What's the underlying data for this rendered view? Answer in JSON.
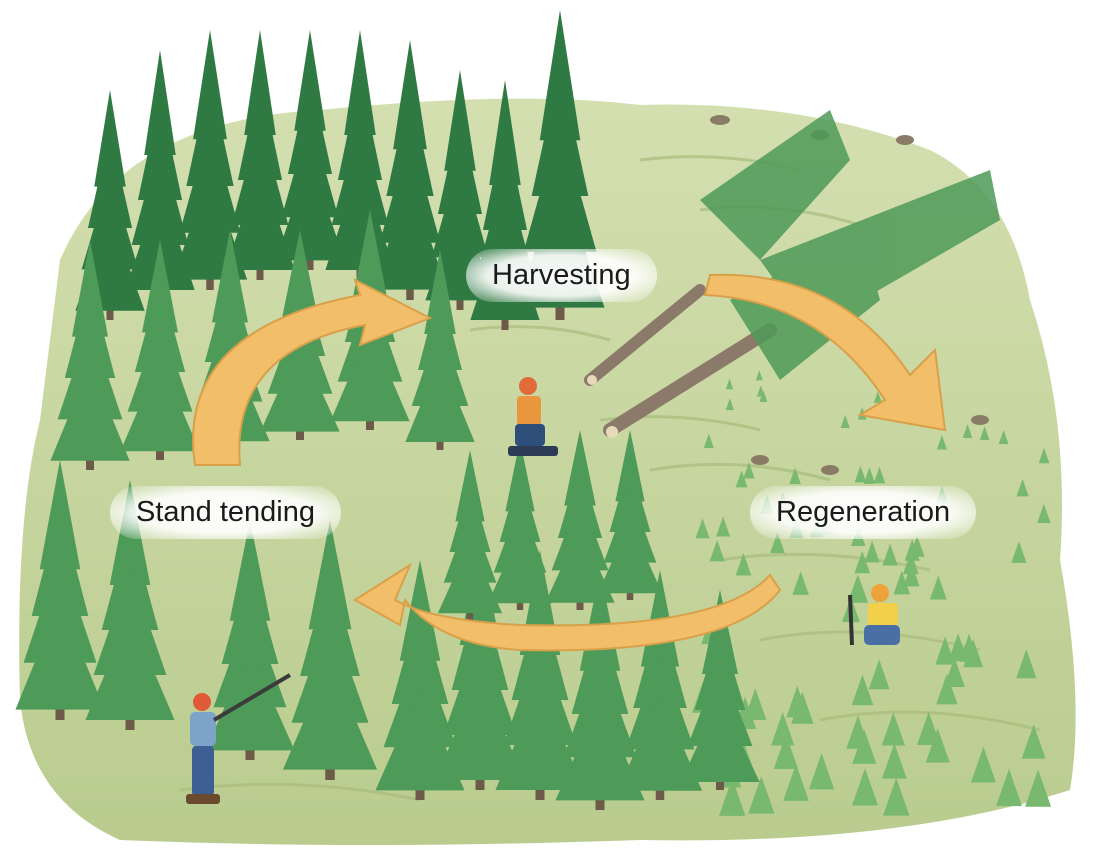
{
  "diagram": {
    "stages": {
      "harvesting": "Harvesting",
      "regeneration": "Regeneration",
      "stand_tending": "Stand tending"
    },
    "colors": {
      "arrow": "#F2BE6A",
      "arrow_edge": "#D9A04A",
      "ground": "#C9D7A2",
      "tree_dark": "#2F7A43",
      "tree_mid": "#4E9A58",
      "tree_light": "#79B86F",
      "trunk": "#6E5A48",
      "sky": "#FFFFFF"
    },
    "icons": [
      "conifer-tree-icon",
      "seedling-icon",
      "log-icon",
      "stump-icon",
      "worker-icon"
    ]
  }
}
